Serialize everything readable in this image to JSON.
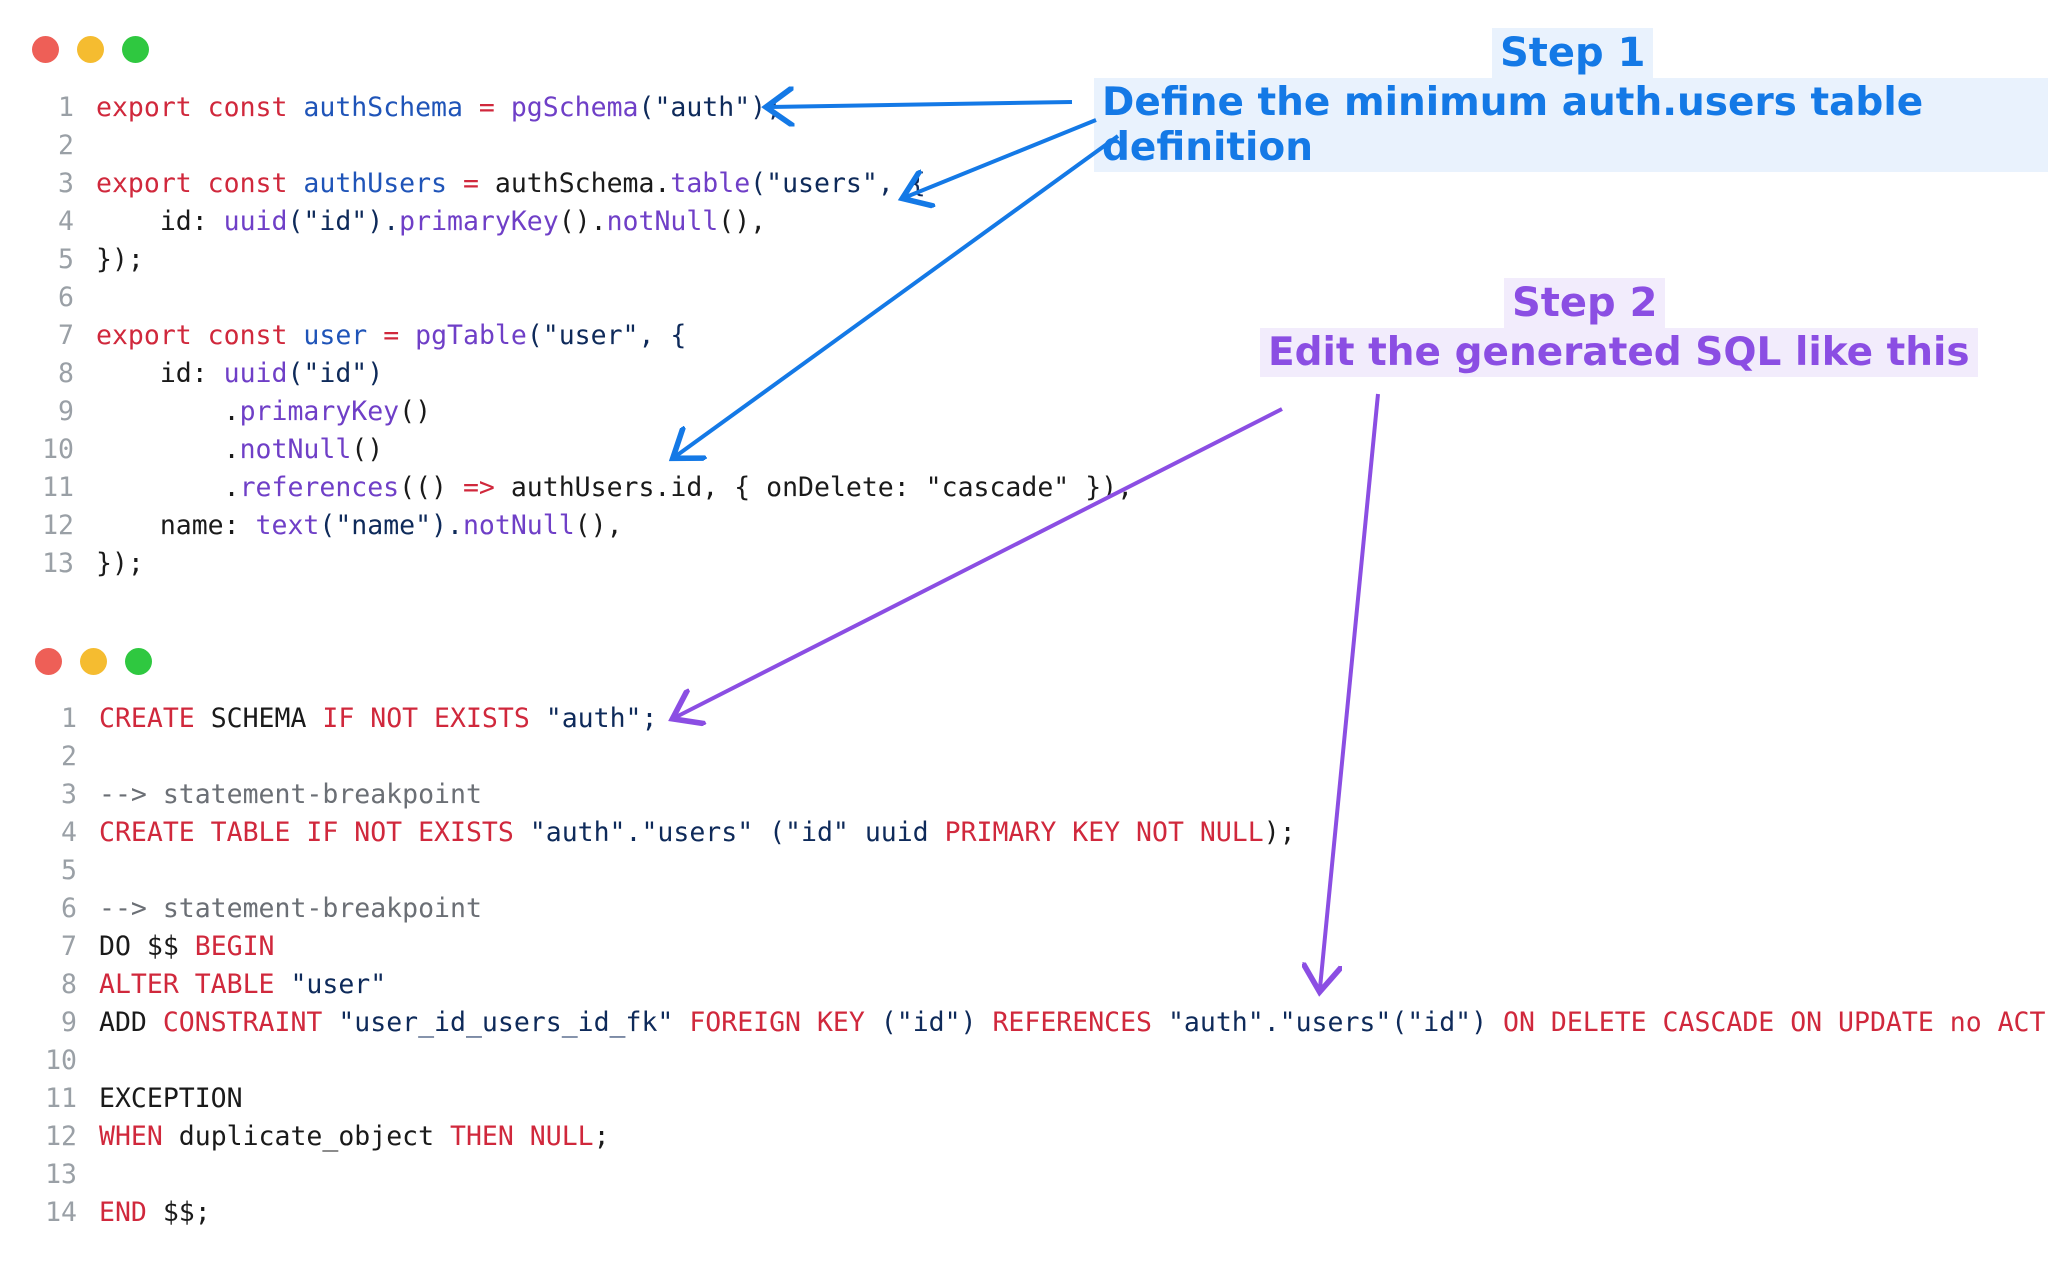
{
  "top_panel": {
    "lines": [
      {
        "n": "1",
        "tokens": [
          {
            "t": "export const ",
            "c": "kw"
          },
          {
            "t": "authSchema",
            "c": "var"
          },
          {
            "t": " = ",
            "c": "op"
          },
          {
            "t": "pgSchema",
            "c": "fn"
          },
          {
            "t": "(\"auth\");",
            "c": "str"
          }
        ]
      },
      {
        "n": "2",
        "tokens": []
      },
      {
        "n": "3",
        "tokens": [
          {
            "t": "export const ",
            "c": "kw"
          },
          {
            "t": "authUsers",
            "c": "var"
          },
          {
            "t": " = ",
            "c": "op"
          },
          {
            "t": "authSchema.",
            "c": "plain"
          },
          {
            "t": "table",
            "c": "fn"
          },
          {
            "t": "(\"users\", {",
            "c": "str"
          }
        ]
      },
      {
        "n": "4",
        "tokens": [
          {
            "t": "    id: ",
            "c": "plain"
          },
          {
            "t": "uuid",
            "c": "fn"
          },
          {
            "t": "(\"id\").",
            "c": "str"
          },
          {
            "t": "primaryKey",
            "c": "fn"
          },
          {
            "t": "().",
            "c": "plain"
          },
          {
            "t": "notNull",
            "c": "fn"
          },
          {
            "t": "(),",
            "c": "plain"
          }
        ]
      },
      {
        "n": "5",
        "tokens": [
          {
            "t": "});",
            "c": "plain"
          }
        ]
      },
      {
        "n": "6",
        "tokens": []
      },
      {
        "n": "7",
        "tokens": [
          {
            "t": "export const ",
            "c": "kw"
          },
          {
            "t": "user",
            "c": "var"
          },
          {
            "t": " = ",
            "c": "op"
          },
          {
            "t": "pgTable",
            "c": "fn"
          },
          {
            "t": "(\"user\", {",
            "c": "str"
          }
        ]
      },
      {
        "n": "8",
        "tokens": [
          {
            "t": "    id: ",
            "c": "plain"
          },
          {
            "t": "uuid",
            "c": "fn"
          },
          {
            "t": "(\"id\")",
            "c": "str"
          }
        ]
      },
      {
        "n": "9",
        "tokens": [
          {
            "t": "        .",
            "c": "plain"
          },
          {
            "t": "primaryKey",
            "c": "fn"
          },
          {
            "t": "()",
            "c": "plain"
          }
        ]
      },
      {
        "n": "10",
        "tokens": [
          {
            "t": "        .",
            "c": "plain"
          },
          {
            "t": "notNull",
            "c": "fn"
          },
          {
            "t": "()",
            "c": "plain"
          }
        ]
      },
      {
        "n": "11",
        "tokens": [
          {
            "t": "        .",
            "c": "plain"
          },
          {
            "t": "references",
            "c": "fn"
          },
          {
            "t": "(() ",
            "c": "plain"
          },
          {
            "t": "=>",
            "c": "op"
          },
          {
            "t": " authUsers.id, { onDelete: \"cascade\" }),",
            "c": "plain"
          }
        ]
      },
      {
        "n": "12",
        "tokens": [
          {
            "t": "    name: ",
            "c": "plain"
          },
          {
            "t": "text",
            "c": "fn"
          },
          {
            "t": "(\"name\").",
            "c": "str"
          },
          {
            "t": "notNull",
            "c": "fn"
          },
          {
            "t": "(),",
            "c": "plain"
          }
        ]
      },
      {
        "n": "13",
        "tokens": [
          {
            "t": "});",
            "c": "plain"
          }
        ]
      }
    ]
  },
  "bottom_panel": {
    "lines": [
      {
        "n": "1",
        "tokens": [
          {
            "t": "CREATE",
            "c": "kw"
          },
          {
            "t": " SCHEMA ",
            "c": "plain"
          },
          {
            "t": "IF NOT EXISTS",
            "c": "kw"
          },
          {
            "t": " \"auth\";",
            "c": "str"
          }
        ]
      },
      {
        "n": "2",
        "tokens": []
      },
      {
        "n": "3",
        "tokens": [
          {
            "t": "--> statement-breakpoint",
            "c": "cmt"
          }
        ]
      },
      {
        "n": "4",
        "tokens": [
          {
            "t": "CREATE TABLE IF NOT EXISTS",
            "c": "kw"
          },
          {
            "t": " \"auth\".\"users\" (\"id\" uuid ",
            "c": "str"
          },
          {
            "t": "PRIMARY KEY NOT NULL",
            "c": "kw"
          },
          {
            "t": ");",
            "c": "plain"
          }
        ]
      },
      {
        "n": "5",
        "tokens": []
      },
      {
        "n": "6",
        "tokens": [
          {
            "t": "--> statement-breakpoint",
            "c": "cmt"
          }
        ]
      },
      {
        "n": "7",
        "tokens": [
          {
            "t": "DO $$ ",
            "c": "plain"
          },
          {
            "t": "BEGIN",
            "c": "kw"
          }
        ]
      },
      {
        "n": "8",
        "tokens": [
          {
            "t": "ALTER TABLE",
            "c": "kw"
          },
          {
            "t": " \"user\"",
            "c": "str"
          }
        ]
      },
      {
        "n": "9",
        "tokens": [
          {
            "t": "ADD ",
            "c": "plain"
          },
          {
            "t": "CONSTRAINT",
            "c": "kw"
          },
          {
            "t": " \"user_id_users_id_fk\" ",
            "c": "str"
          },
          {
            "t": "FOREIGN KEY",
            "c": "kw"
          },
          {
            "t": " (\"id\") ",
            "c": "str"
          },
          {
            "t": "REFERENCES",
            "c": "kw"
          },
          {
            "t": " \"auth\".\"users\"(\"id\") ",
            "c": "str"
          },
          {
            "t": "ON DELETE CASCADE ON UPDATE no ACTION",
            "c": "kw"
          },
          {
            "t": ";",
            "c": "plain"
          }
        ]
      },
      {
        "n": "10",
        "tokens": []
      },
      {
        "n": "11",
        "tokens": [
          {
            "t": "EXCEPTION",
            "c": "plain"
          }
        ]
      },
      {
        "n": "12",
        "tokens": [
          {
            "t": "WHEN",
            "c": "kw"
          },
          {
            "t": " duplicate_object ",
            "c": "plain"
          },
          {
            "t": "THEN NULL",
            "c": "kw"
          },
          {
            "t": ";",
            "c": "plain"
          }
        ]
      },
      {
        "n": "13",
        "tokens": []
      },
      {
        "n": "14",
        "tokens": [
          {
            "t": "END",
            "c": "kw"
          },
          {
            "t": " $$;",
            "c": "plain"
          }
        ]
      }
    ]
  },
  "callouts": {
    "step1": {
      "title": "Step 1",
      "text": "Define the minimum auth.users table definition",
      "color": "#1479e6"
    },
    "step2": {
      "title": "Step 2",
      "text": "Edit the generated SQL like this",
      "color": "#8b4ee3"
    }
  },
  "colors": {
    "keyword": "#d0283c",
    "variable": "#1f54b8",
    "function": "#6f3fc7",
    "string": "#0e2a5a",
    "comment": "#6b6f75",
    "line_number": "#9aa0a6"
  }
}
